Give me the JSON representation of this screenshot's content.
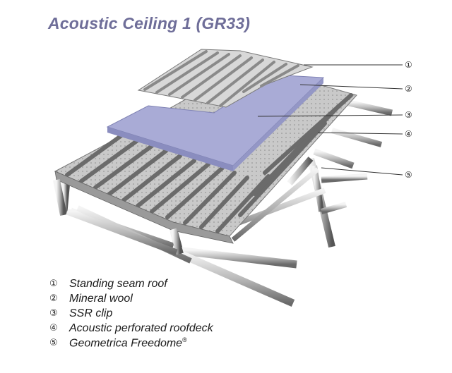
{
  "title": "Acoustic Ceiling 1 (GR33)",
  "callouts": [
    "①",
    "②",
    "③",
    "④",
    "⑤"
  ],
  "legend": [
    {
      "num": "①",
      "label": "Standing seam roof"
    },
    {
      "num": "②",
      "label": "Mineral wool"
    },
    {
      "num": "③",
      "label": "SSR clip"
    },
    {
      "num": "④",
      "label": "Acoustic perforated roofdeck"
    },
    {
      "num": "⑤",
      "label": "Geometrica Freedome",
      "suffix": "®"
    }
  ],
  "colors": {
    "title": "#6f6e99",
    "wool": "#a9abd6",
    "metal": "#c4c4c4"
  }
}
